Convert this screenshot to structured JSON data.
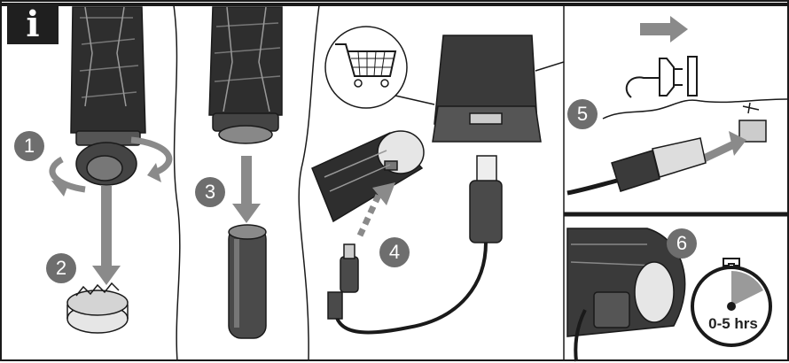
{
  "info_badge": "i",
  "steps": [
    "1",
    "2",
    "3",
    "4",
    "5",
    "6"
  ],
  "timer": {
    "label": "0-5 hrs"
  },
  "icons": {
    "info": "info-icon",
    "cart": "shopping-cart-icon",
    "plug": "power-plug-icon",
    "usb": "usb-symbol-icon",
    "stopwatch": "stopwatch-icon",
    "rotate": "rotate-arrows-icon",
    "arrow": "arrow-icon"
  },
  "colors": {
    "line": "#1a1a1a",
    "step_fill": "#6e6e6e",
    "arrow": "#8a8a8a",
    "panel_bg": "#ffffff"
  }
}
